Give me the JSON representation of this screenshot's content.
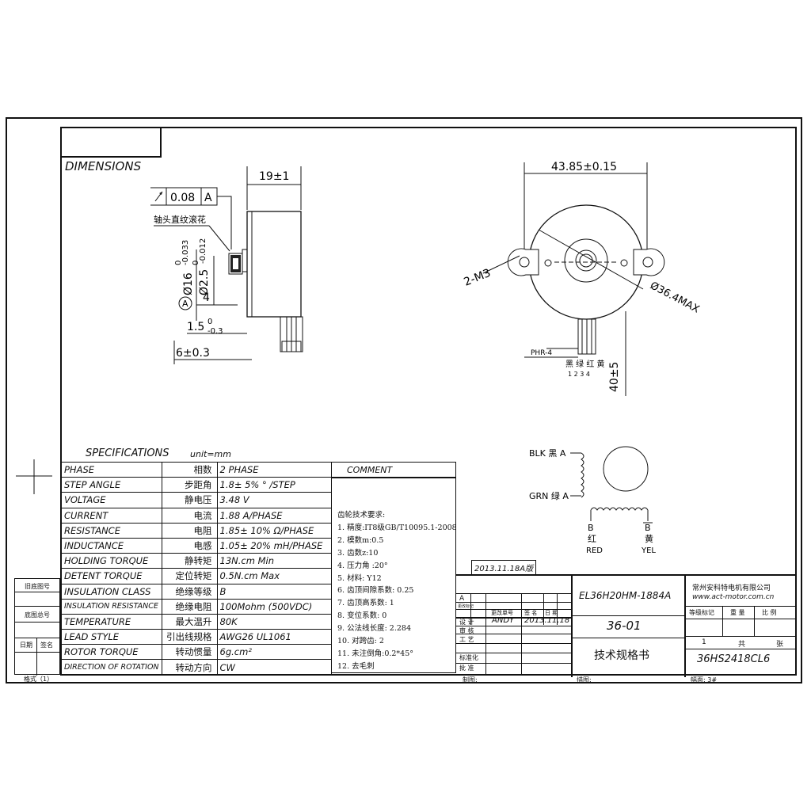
{
  "title": "DIMENSIONS",
  "drawing": {
    "tolerance": "0.08",
    "datum": "A",
    "knurl_note": "轴头直纹滚花",
    "shaft_dia": "Ø16",
    "shaft_dia_tol_top": "0",
    "shaft_dia_tol_bot": "-0.033",
    "shaft_small": "Ø2.5",
    "shaft_small_tol_top": "0",
    "shaft_small_tol_bot": "-0.012",
    "len_4": "4",
    "len_15": "1.5",
    "len_15_tol_top": "0",
    "len_15_tol_bot": "-0.3",
    "len_6": "6±0.3",
    "len_19": "19±1",
    "width_4385": "43.85±0.15",
    "holes": "2-M3",
    "dia_364": "Ø36.4MAX",
    "connector": "PHR-4",
    "wire_colors": "黑 绿 红 黄",
    "wire_numbers": "1 2 3 4",
    "lead_len": "40±5"
  },
  "wiring": {
    "blk": "BLK 黑 A",
    "grn": "GRN 绿 A",
    "b": "B",
    "b_bar": "B",
    "red_cn": "红",
    "yel_cn": "黄",
    "red": "RED",
    "yel": "YEL"
  },
  "specs_title": "SPECIFICATIONS",
  "specs_unit": "unit=mm",
  "comment_header": "COMMENT",
  "specs": [
    {
      "en": "PHASE",
      "cn": "相数",
      "val": "2  PHASE"
    },
    {
      "en": "STEP ANGLE",
      "cn": "步距角",
      "val": "1.8± 5% ° /STEP"
    },
    {
      "en": "VOLTAGE",
      "cn": "静电压",
      "val": "3.48 V"
    },
    {
      "en": "CURRENT",
      "cn": "电流",
      "val": "1.88 A/PHASE"
    },
    {
      "en": "RESISTANCE",
      "cn": "电阻",
      "val": "1.85± 10%  Ω/PHASE"
    },
    {
      "en": "INDUCTANCE",
      "cn": "电感",
      "val": "1.05± 20% mH/PHASE"
    },
    {
      "en": "HOLDING TORQUE",
      "cn": "静转矩",
      "val": "13N.cm Min"
    },
    {
      "en": "DETENT TORQUE",
      "cn": "定位转矩",
      "val": "0.5N.cm Max"
    },
    {
      "en": "INSULATION CLASS",
      "cn": "绝缘等级",
      "val": "B"
    },
    {
      "en": "INSULATION RESISTANCE",
      "cn": "绝缘电阻",
      "val": "100Mohm (500VDC)"
    },
    {
      "en": "TEMPERATURE",
      "cn": "最大温升",
      "val": "80K"
    },
    {
      "en": "LEAD STYLE",
      "cn": "引出线规格",
      "val": "AWG26 UL1061"
    },
    {
      "en": "ROTOR TORQUE",
      "cn": "转动惯量",
      "val": "6g.cm²"
    },
    {
      "en": "DIRECTION OF ROTATION",
      "cn": "转动方向",
      "val": "CW"
    }
  ],
  "gear_notes": [
    "齿轮技术要求:",
    "1. 精度:IT8级GB/T10095.1-2008",
    "2. 模数m:0.5",
    "3. 齿数z:10",
    "4. 压力角 :20°",
    "5. 材料: Y12",
    "6. 齿顶间隙系数: 0.25",
    "7. 齿顶高系数: 1",
    "8. 变位系数: 0",
    "9. 公法线长度: 2.284",
    "10. 对跨齿: 2",
    "11. 未注倒角:0.2*45°",
    "12. 去毛刺"
  ],
  "side_labels": {
    "old_base": "旧底图号",
    "base": "底图总号",
    "date": "日期",
    "sign": "签名",
    "format": "格式（1）"
  },
  "title_block": {
    "version": "2013.11.18A版",
    "model": "EL36H20HM-1884A",
    "company": "常州安科特电机有限公司",
    "website": "www.act-motor.com.cn",
    "drawing_no": "36-01",
    "doc_title": "技术规格书",
    "part_no": "36HS2418CL6",
    "mark_a": "A",
    "change_mark": "更改标记",
    "change_no": "更改单号",
    "sign": "签 名",
    "date": "日 期",
    "design": "设  计",
    "designer": "ANDY",
    "design_date": "2013.11.18",
    "review": "审  核",
    "craft": "工  艺",
    "standard": "标准化",
    "approve": "批  准",
    "grade_mark": "等级标记",
    "weight": "重  量",
    "ratio": "比  例",
    "sheet_no": "1",
    "total": "共",
    "sheet": "张",
    "drawn": "制图:",
    "traced": "描图:",
    "size": "幅面: 3#"
  }
}
